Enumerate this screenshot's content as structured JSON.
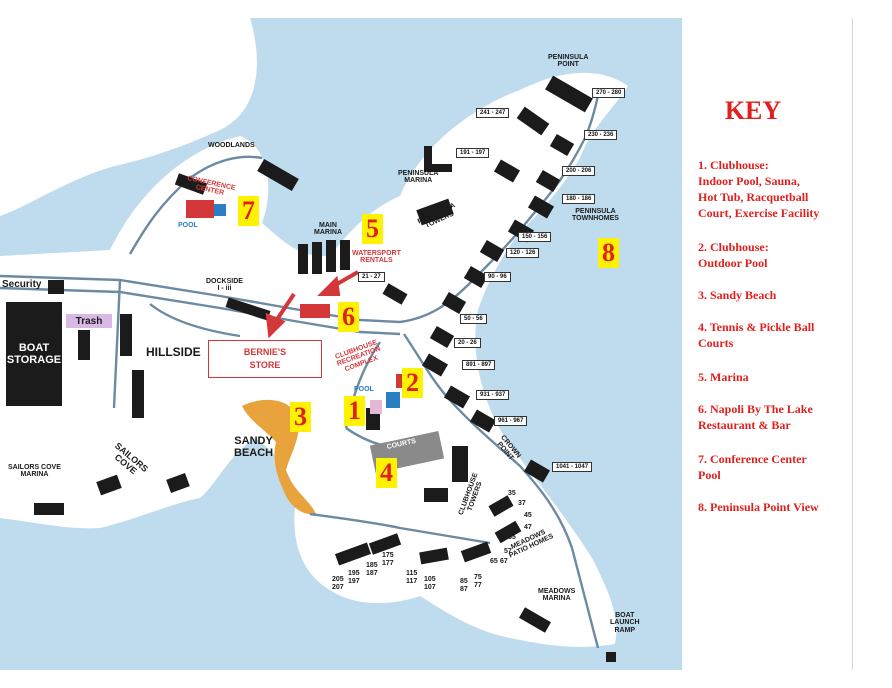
{
  "map": {
    "areas": {
      "peninsula_point": "PENINSULA\nPOINT",
      "woodlands": "WOODLANDS",
      "peninsula_marina": "PENINSULA\nMARINA",
      "peninsula_towers": "PENINSULA\nTOWERS",
      "peninsula_townhomes": "PENINSULA\nTOWNHOMES",
      "conference_center": "CONFERENCE\nCENTER",
      "pool_conference": "POOL",
      "main_marina": "MAIN\nMARINA",
      "watersport_rentals": "WATERSPORT\nRENTALS",
      "dockside": "DOCKSIDE\nI - iii",
      "security": "Security",
      "trash": "Trash",
      "boat_storage": "BOAT\nSTORAGE",
      "hillside": "HILLSIDE",
      "bernies_store": "BERNIE'S\nSTORE",
      "clubhouse_complex": "CLUBHOUSE\nRECREATION\nCOMPLEX",
      "pool_clubhouse": "POOL",
      "sandy_beach": "SANDY\nBEACH",
      "tennis_courts": "TENNIS\nCOURTS",
      "clubhouse_towers": "CLUBHOUSE\nTOWERS",
      "crown_point": "CROWN\nPOINT",
      "sailors_cove": "SAILORS\nCOVE",
      "sailors_cove_marina": "SAILORS COVE\nMARINA",
      "meadows_patio_homes": "MEADOWS\nPATIO HOMES",
      "meadows_marina": "MEADOWS\nMARINA",
      "boat_launch_ramp": "BOAT\nLAUNCH\nRAMP"
    },
    "units": {
      "u270": "270 - 280",
      "u241": "241 - 247",
      "u230": "230 - 236",
      "u191": "191 - 197",
      "u200": "200 - 206",
      "u180": "180 - 186",
      "u150": "150 - 156",
      "u120": "120 - 126",
      "u90": "90 - 96",
      "u21": "21 - 27",
      "u50": "50 - 56",
      "u20": "20 - 26",
      "u891": "891 - 897",
      "u931": "931 - 937",
      "u961": "961 - 967",
      "u1041": "1041 - 1047"
    },
    "meadows_numbers": {
      "n35": "35",
      "n37": "37",
      "n45": "45",
      "n47": "47",
      "n55": "55",
      "n57": "57",
      "n65": "65",
      "n67": "67",
      "n75": "75",
      "n77": "77",
      "n85": "85",
      "n87": "87",
      "n105": "105",
      "n107": "107",
      "n115": "115",
      "n117": "117",
      "n175": "175",
      "n177": "177",
      "n185": "185",
      "n187": "187",
      "n195": "195",
      "n197": "197",
      "n205": "205",
      "n207": "207"
    },
    "badges": {
      "b1": "1",
      "b2": "2",
      "b3": "3",
      "b4": "4",
      "b5": "5",
      "b6": "6",
      "b7": "7",
      "b8": "8"
    },
    "colors": {
      "water": "#bfdcef",
      "land": "#ffffff",
      "building": "#1b1b1b",
      "beach": "#e8a33c",
      "accent_red": "#d4373a",
      "badge": "#fff200"
    }
  },
  "key": {
    "title": "KEY",
    "items": [
      "1. Clubhouse:\nIndoor Pool, Sauna,\nHot Tub, Racquetball\nCourt, Exercise Facility",
      "2.  Clubhouse:\nOutdoor Pool",
      "3.  Sandy Beach",
      "4.  Tennis & Pickle Ball\n     Courts",
      "5.  Marina",
      "6.  Napoli By The Lake\nRestaurant & Bar",
      "7.  Conference Center\nPool",
      "8. Peninsula Point View"
    ]
  }
}
